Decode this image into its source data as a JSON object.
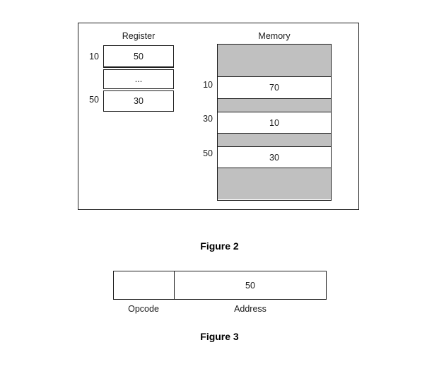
{
  "figures": [
    {
      "caption": "Figure 2",
      "register": {
        "title": "Register",
        "cells": [
          {
            "address": "10",
            "value": "50"
          },
          {
            "address": "",
            "value": "..."
          },
          {
            "address": "50",
            "value": "30"
          }
        ]
      },
      "memory": {
        "title": "Memory",
        "rows": [
          {
            "address": "",
            "value": "",
            "state": "filled",
            "height": 46
          },
          {
            "address": "10",
            "value": "70",
            "state": "empty",
            "height": 31
          },
          {
            "address": "",
            "value": "",
            "state": "filled",
            "height": 19
          },
          {
            "address": "30",
            "value": "10",
            "state": "empty",
            "height": 30
          },
          {
            "address": "",
            "value": "",
            "state": "filled",
            "height": 19
          },
          {
            "address": "50",
            "value": "30",
            "state": "empty",
            "height": 30
          },
          {
            "address": "",
            "value": "",
            "state": "filled",
            "height": 44
          }
        ]
      }
    },
    {
      "caption": "Figure 3",
      "instruction": {
        "opcode": {
          "label": "Opcode",
          "value": ""
        },
        "address": {
          "label": "Address",
          "value": "50"
        }
      }
    }
  ],
  "colors": {
    "shaded_cell": "#C0C0C0",
    "empty_cell": "#FFFFFF",
    "border": "#1D1D1D",
    "page_background": "#FFFFFF",
    "text": "#1A1A1A"
  }
}
